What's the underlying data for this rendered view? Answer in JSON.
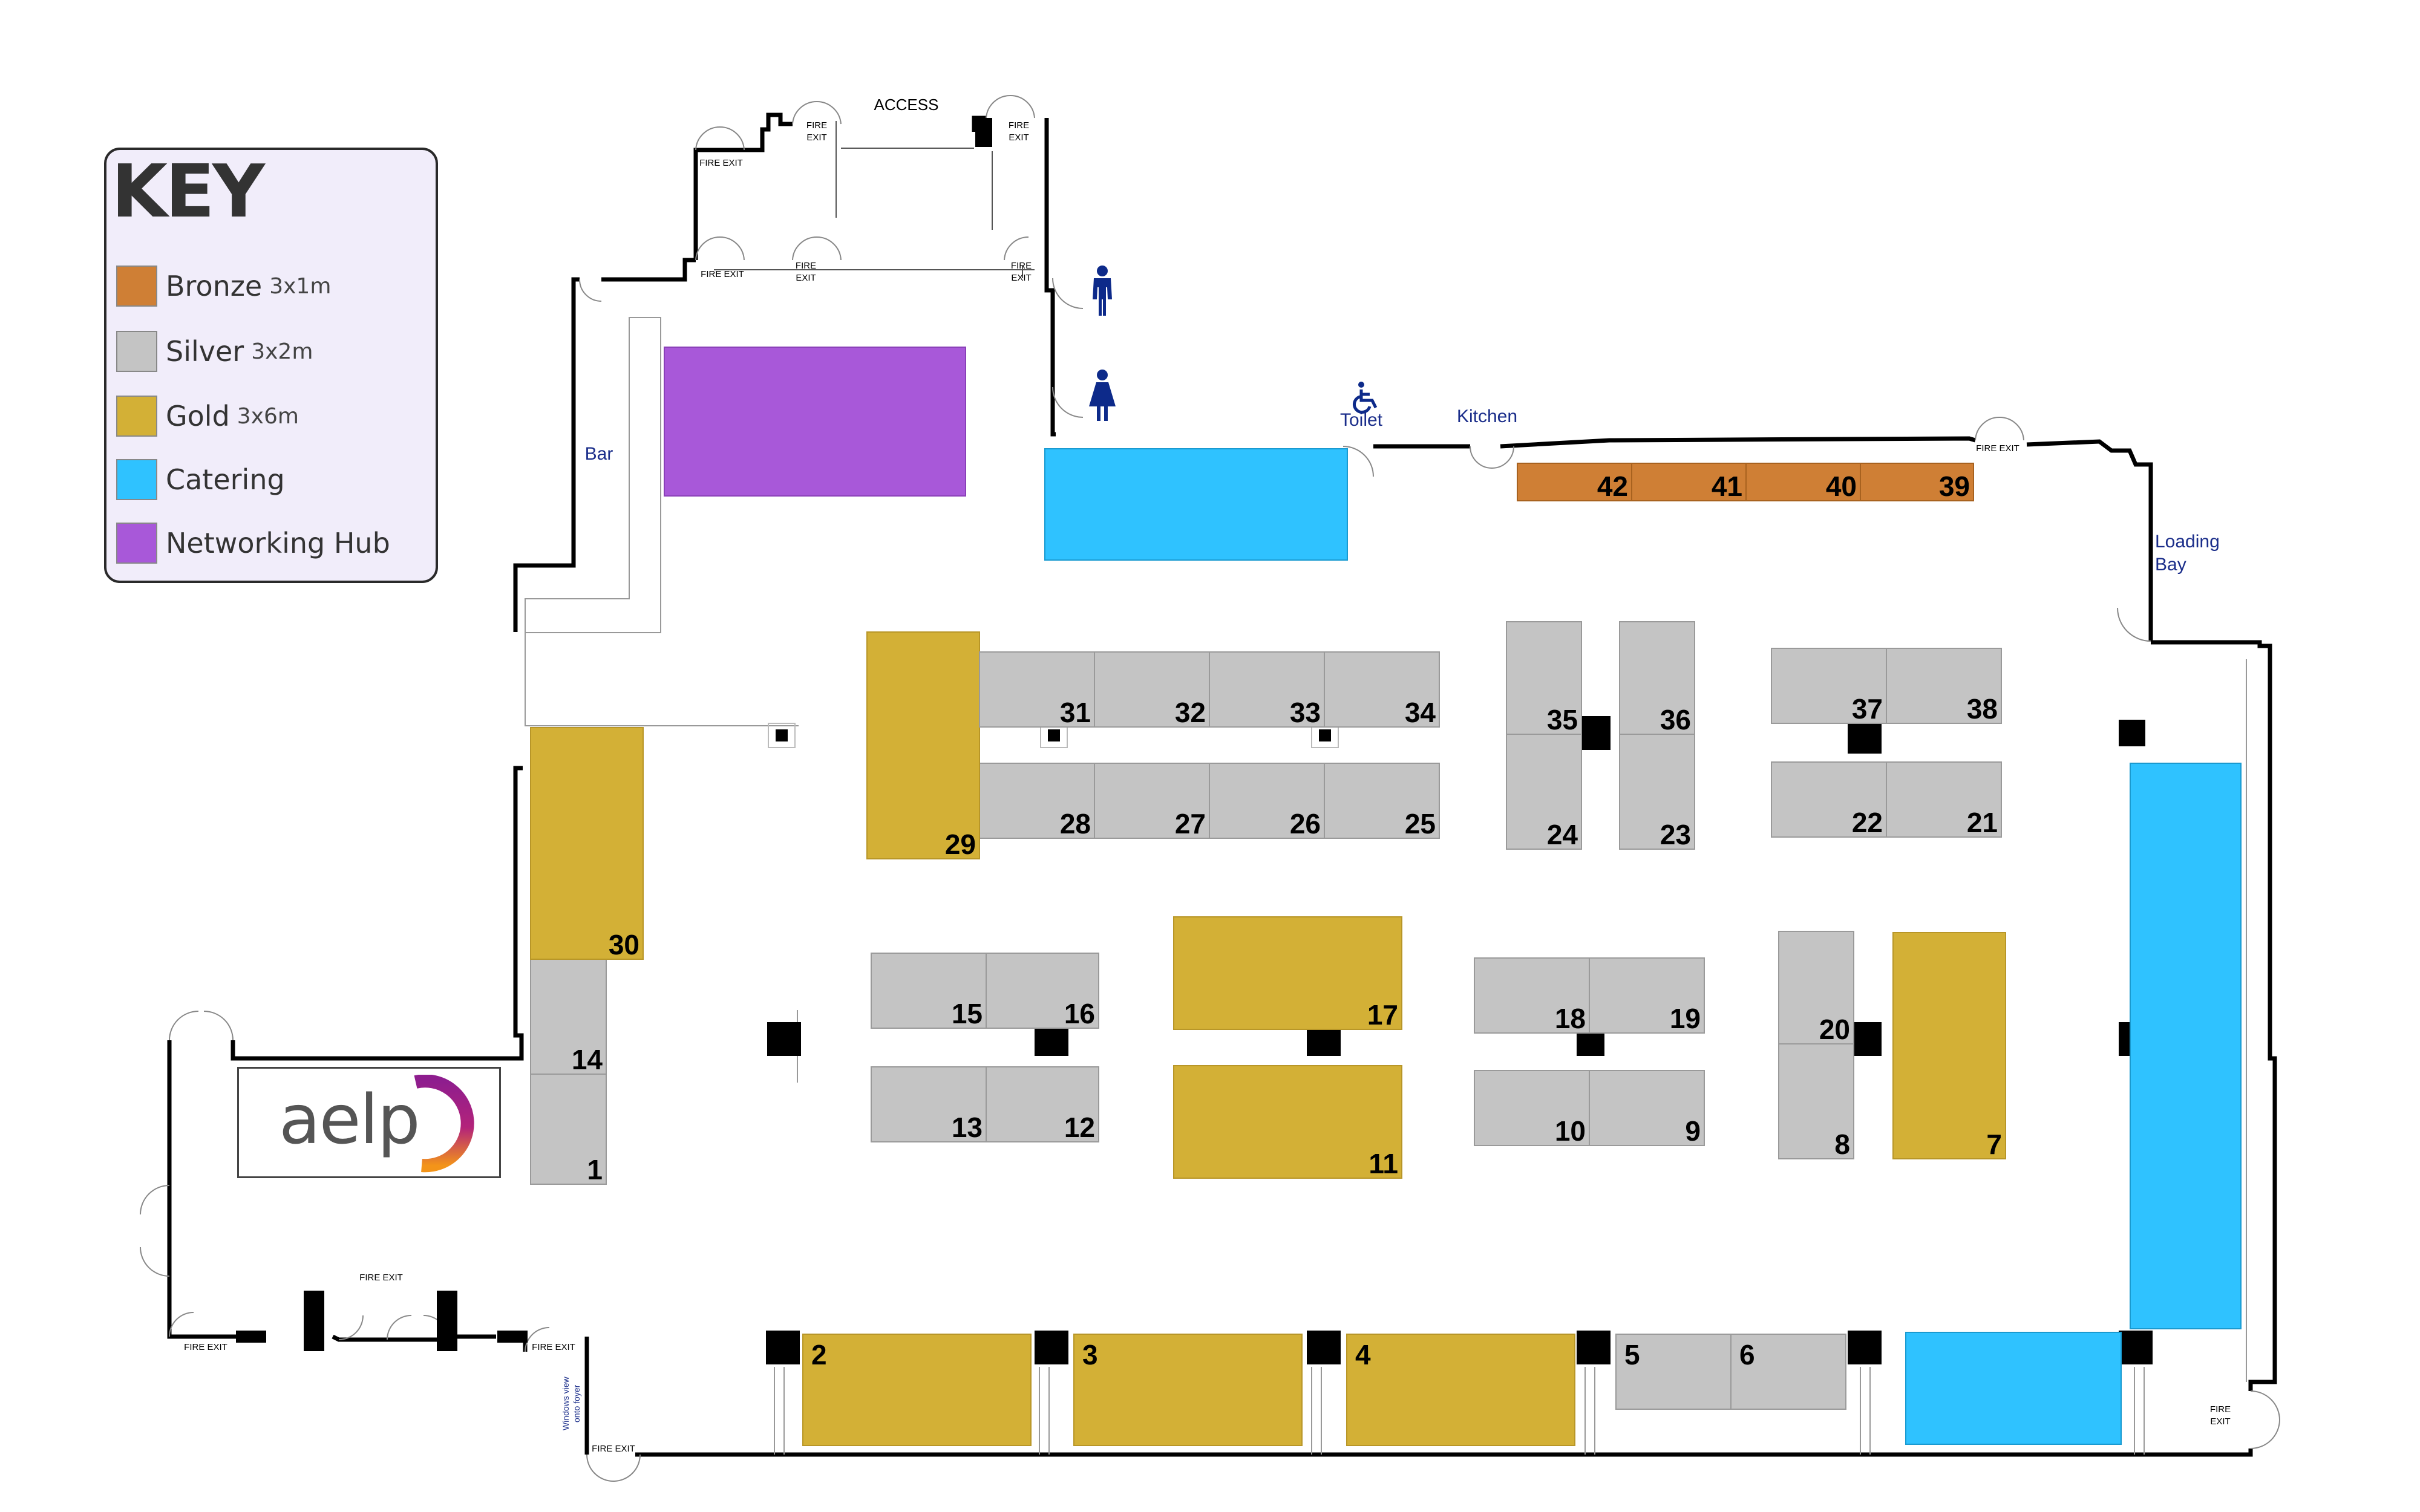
{
  "colors": {
    "bronze": "#cf7f35",
    "silver": "#c4c4c4",
    "gold": "#d3b036",
    "catering": "#2fc2ff",
    "networking": "#a858d9",
    "wall": "#000000",
    "label_blue": "#1a2d8a",
    "key_bg": "#f1edfa"
  },
  "key": {
    "title": "KEY",
    "items": [
      {
        "label": "Bronze",
        "size": "3x1m",
        "color": "#cf7f35"
      },
      {
        "label": "Silver",
        "size": "3x2m",
        "color": "#c4c4c4"
      },
      {
        "label": "Gold",
        "size": "3x6m",
        "color": "#d3b036"
      },
      {
        "label": "Catering",
        "size": "",
        "color": "#2fc2ff"
      },
      {
        "label": "Networking Hub",
        "size": "",
        "color": "#a858d9"
      }
    ]
  },
  "labels": {
    "access": "ACCESS",
    "fire_exit_line1": "FIRE",
    "fire_exit_line2": "EXIT",
    "fire_exit": "FIRE EXIT",
    "bar": "Bar",
    "toilet": "Toilet",
    "kitchen": "Kitchen",
    "loading_bay_line1": "Loading",
    "loading_bay_line2": "Bay",
    "windows_line1": "Windows view",
    "windows_line2": "onto foyer"
  },
  "logo": {
    "text": "aelp"
  },
  "stands": [
    {
      "number": "1",
      "tier": "silver"
    },
    {
      "number": "2",
      "tier": "gold"
    },
    {
      "number": "3",
      "tier": "gold"
    },
    {
      "number": "4",
      "tier": "gold"
    },
    {
      "number": "5",
      "tier": "silver"
    },
    {
      "number": "6",
      "tier": "silver"
    },
    {
      "number": "7",
      "tier": "gold"
    },
    {
      "number": "8",
      "tier": "silver"
    },
    {
      "number": "9",
      "tier": "silver"
    },
    {
      "number": "10",
      "tier": "silver"
    },
    {
      "number": "11",
      "tier": "gold"
    },
    {
      "number": "12",
      "tier": "silver"
    },
    {
      "number": "13",
      "tier": "silver"
    },
    {
      "number": "14",
      "tier": "silver"
    },
    {
      "number": "15",
      "tier": "silver"
    },
    {
      "number": "16",
      "tier": "silver"
    },
    {
      "number": "17",
      "tier": "gold"
    },
    {
      "number": "18",
      "tier": "silver"
    },
    {
      "number": "19",
      "tier": "silver"
    },
    {
      "number": "20",
      "tier": "silver"
    },
    {
      "number": "21",
      "tier": "silver"
    },
    {
      "number": "22",
      "tier": "silver"
    },
    {
      "number": "23",
      "tier": "silver"
    },
    {
      "number": "24",
      "tier": "silver"
    },
    {
      "number": "25",
      "tier": "silver"
    },
    {
      "number": "26",
      "tier": "silver"
    },
    {
      "number": "27",
      "tier": "silver"
    },
    {
      "number": "28",
      "tier": "silver"
    },
    {
      "number": "29",
      "tier": "gold"
    },
    {
      "number": "30",
      "tier": "gold"
    },
    {
      "number": "31",
      "tier": "silver"
    },
    {
      "number": "32",
      "tier": "silver"
    },
    {
      "number": "33",
      "tier": "silver"
    },
    {
      "number": "34",
      "tier": "silver"
    },
    {
      "number": "35",
      "tier": "silver"
    },
    {
      "number": "36",
      "tier": "silver"
    },
    {
      "number": "37",
      "tier": "silver"
    },
    {
      "number": "38",
      "tier": "silver"
    },
    {
      "number": "39",
      "tier": "bronze"
    },
    {
      "number": "40",
      "tier": "bronze"
    },
    {
      "number": "41",
      "tier": "bronze"
    },
    {
      "number": "42",
      "tier": "bronze"
    }
  ],
  "areas": [
    {
      "name": "Networking Hub",
      "type": "networking"
    },
    {
      "name": "Catering (top)",
      "type": "catering"
    },
    {
      "name": "Catering (right)",
      "type": "catering"
    },
    {
      "name": "Catering (bottom right)",
      "type": "catering"
    }
  ]
}
